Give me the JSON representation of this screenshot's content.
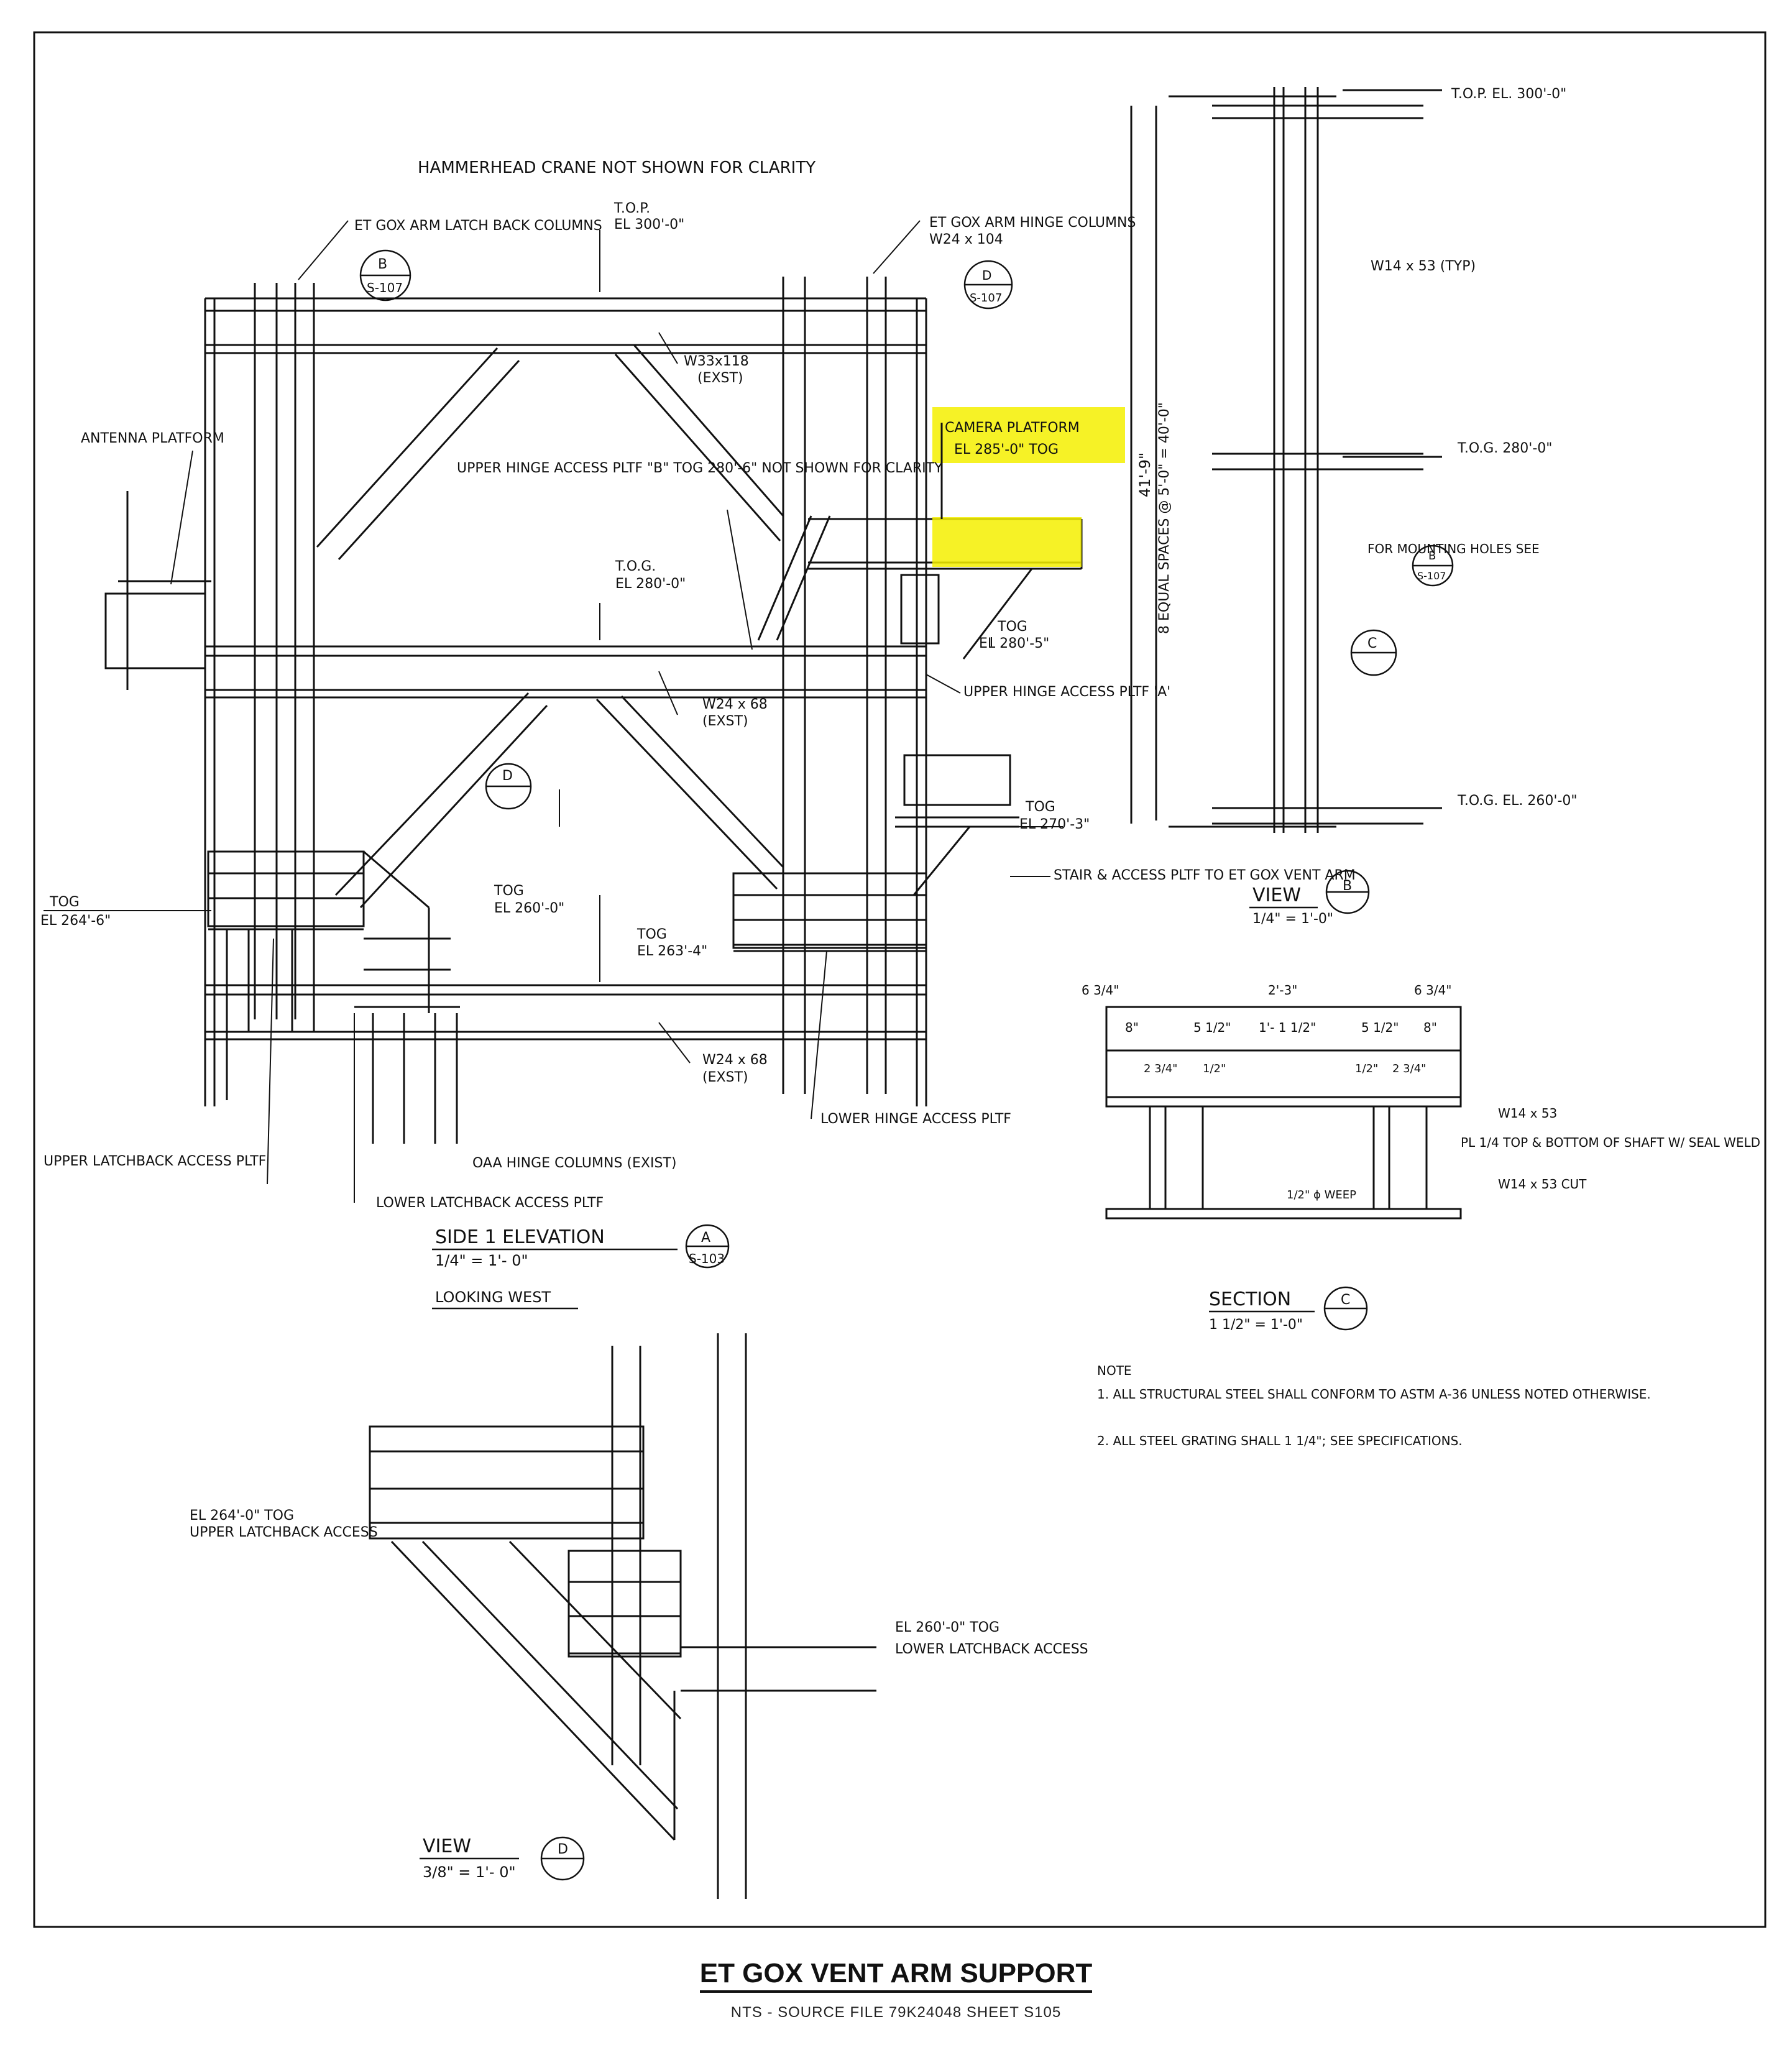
{
  "notes_heading": "HAMMERHEAD CRANE NOT SHOWN FOR CLARITY",
  "labels": {
    "latch_back_cols": "ET GOX ARM LATCH BACK COLUMNS",
    "latch_back_ref_top": "B",
    "latch_back_ref_bot": "S-107",
    "tog_top": "T.O.P.",
    "el_300": "EL 300'-0\"",
    "hinge_cols": "ET GOX ARM HINGE COLUMNS",
    "hinge_size": "W24 x 104",
    "hinge_ref_top": "D",
    "hinge_ref_bot": "S-107",
    "w33": "W33x118",
    "exst1": "(EXST)",
    "antenna": "ANTENNA PLATFORM",
    "upper_hinge_b": "UPPER HINGE ACCESS PLTF \"B\" TOG 280'-6\" NOT SHOWN FOR CLARITY",
    "camera_platform": "CAMERA PLATFORM",
    "camera_el": "EL 285'-0\" TOG",
    "tog_280": "T.O.G.",
    "el_280": "EL 280'-0\"",
    "tog_2805": "TOG",
    "el_2805": "EL 280'-5\"",
    "upper_hinge_a": "UPPER HINGE ACCESS PLTF 'A'",
    "w24_68": "W24 x 68",
    "exst2": "(EXST)",
    "view_d_ref": "D",
    "tog_270": "TOG",
    "el_270": "EL 270'-3\"",
    "stair": "STAIR & ACCESS PLTF TO ET GOX VENT ARM",
    "tog_264": "TOG",
    "el_264": "EL 264'-6\"",
    "tog_260": "TOG",
    "el_260": "EL 260'-0\"",
    "tog_2634": "TOG",
    "el_2634": "EL 263'-4\"",
    "w24_68b": "W24 x 68",
    "exst3": "(EXST)",
    "upper_latch": "UPPER LATCHBACK ACCESS PLTF",
    "oaa_hinge": "OAA HINGE COLUMNS (EXIST)",
    "lower_latch": "LOWER LATCHBACK ACCESS PLTF",
    "lower_hinge": "LOWER HINGE ACCESS PLTF",
    "side_elev": "SIDE 1 ELEVATION",
    "side_scale": "1/4\" = 1'- 0\"",
    "side_ref_top": "A",
    "side_ref_bot": "S-103",
    "looking_west": "LOOKING WEST"
  },
  "view_b": {
    "top_el": "T.O.P. EL. 300'-0\"",
    "w14": "W14 x 53 (TYP)",
    "tog_280": "T.O.G. 280'-0\"",
    "mount": "FOR MOUNTING HOLES SEE",
    "mount_ref_top": "B",
    "mount_ref_bot": "S-107",
    "section_ref": "C",
    "tog_260": "T.O.G. EL. 260'-0\"",
    "dim_overall": "41'-9\"",
    "dim_spaces": "8 EQUAL SPACES @ 5'-0\" = 40'-0\"",
    "title": "VIEW",
    "title_ref": "B",
    "scale": "1/4\" = 1'-0\""
  },
  "section_c": {
    "d_634": "6 3/4\"",
    "d_23": "2'-3\"",
    "d_634b": "6 3/4\"",
    "d_8": "8\"",
    "d_512": "5 1/2\"",
    "d_1112": "1'- 1 1/2\"",
    "d_512b": "5 1/2\"",
    "d_8b": "8\"",
    "d_234": "2 3/4\"",
    "d_12": "1/2\"",
    "d_12b": "1/2\"",
    "d_234b": "2 3/4\"",
    "w14": "W14 x 53",
    "pl": "PL 1/4 TOP & BOTTOM OF SHAFT W/ SEAL WELD",
    "w14cut": "W14 x 53 CUT",
    "weep": "1/2\" ϕ WEEP",
    "title": "SECTION",
    "title_ref": "C",
    "scale": "1 1/2\" = 1'-0\""
  },
  "notes": {
    "heading": "NOTE",
    "n1": "1. ALL STRUCTURAL STEEL SHALL CONFORM TO ASTM A-36 UNLESS NOTED OTHERWISE.",
    "n2": "2. ALL STEEL GRATING SHALL 1 1/4\"; SEE SPECIFICATIONS."
  },
  "view_d": {
    "el_264": "EL 264'-0\" TOG",
    "upper_latch": "UPPER LATCHBACK ACCESS",
    "el_260": "EL 260'-0\" TOG",
    "lower_latch": "LOWER LATCHBACK ACCESS",
    "title": "VIEW",
    "title_ref": "D",
    "scale": "3/8\" = 1'- 0\""
  },
  "title_block": {
    "title": "ET GOX VENT ARM SUPPORT",
    "subtitle": "NTS - SOURCE FILE 79K24048 SHEET S105"
  },
  "colors": {
    "line": "#111111",
    "highlight": "#f5f000",
    "paper": "#ffffff"
  }
}
